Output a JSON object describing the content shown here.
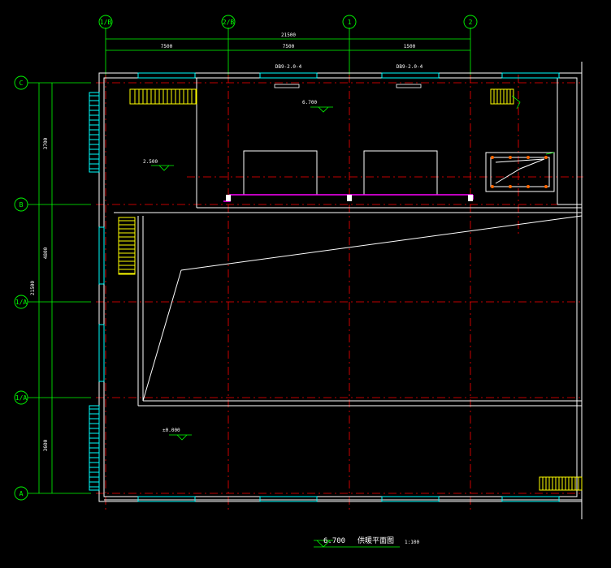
{
  "colors": {
    "background": "#000000",
    "axis": "#00ff00",
    "wall": "#ffffff",
    "red_axis": "#ff0000",
    "window": "#00ffff",
    "stair": "#ffff00",
    "magenta": "#ff00ff",
    "text": "#ffffff"
  },
  "top_axes": [
    "1/B",
    "2/B",
    "1",
    "2"
  ],
  "left_axes": [
    "C",
    "B",
    "1/A",
    "1/A",
    "A"
  ],
  "dimensions": {
    "total": "21500",
    "segments": [
      "7500",
      "7500",
      "1500"
    ],
    "left_segments": [
      "3700",
      "4800",
      "3600"
    ],
    "left_total": "21500"
  },
  "window_tags": [
    "DB9-2.0-4",
    "DB9-2.0-4"
  ],
  "elevations": [
    "6.700",
    "2.500",
    "±0.000"
  ],
  "footer": {
    "elevation": "6.700",
    "title": "供暖平面图",
    "scale": "1:100"
  }
}
